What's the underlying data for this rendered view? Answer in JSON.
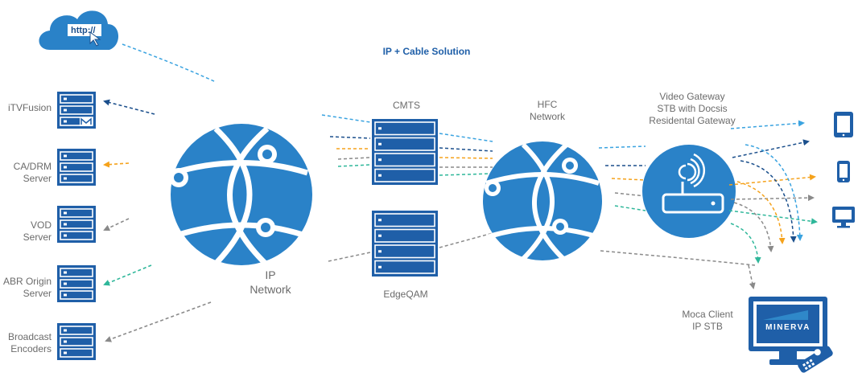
{
  "title": "IP + Cable Solution",
  "cloud": {
    "text": "http://"
  },
  "servers": [
    {
      "label": "iTVFusion"
    },
    {
      "label": "CA/DRM\nServer"
    },
    {
      "label": "VOD Server"
    },
    {
      "label": "ABR Origin\nServer"
    },
    {
      "label": "Broadcast\nEncoders"
    }
  ],
  "ip_network": {
    "label": "IP\nNetwork"
  },
  "cmts": {
    "label": "CMTS"
  },
  "edgeqam": {
    "label": "EdgeQAM"
  },
  "hfc_network": {
    "label": "HFC\nNetwork"
  },
  "gateway": {
    "label": "Video Gateway\nSTB with Docsis\nResidental Gateway"
  },
  "moca": {
    "label": "Moca Client\nIP STB",
    "screen_text": "MINERVA"
  },
  "colors": {
    "primary": "#2a82c8",
    "navy": "#1b4f8c",
    "light_blue": "#3aa3e0",
    "orange": "#f5a21b",
    "gray": "#8a8a8a",
    "teal": "#2fb79a"
  }
}
